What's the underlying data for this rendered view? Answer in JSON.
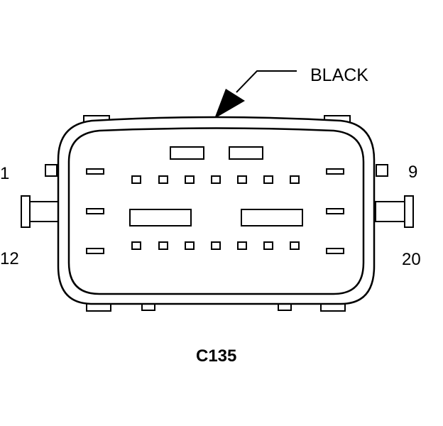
{
  "colors": {
    "line": "#000000",
    "background": "#ffffff"
  },
  "callout": {
    "color_label": "BLACK"
  },
  "pin_labels": {
    "top_left": "1",
    "top_right": "9",
    "bottom_left": "12",
    "bottom_right": "20"
  },
  "connector": {
    "id": "C135"
  }
}
